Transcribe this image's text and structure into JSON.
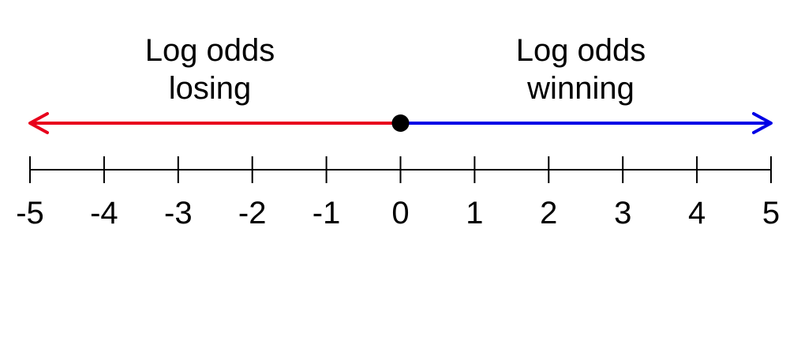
{
  "labels": {
    "left": {
      "line1": "Log odds",
      "line2": "losing"
    },
    "right": {
      "line1": "Log odds",
      "line2": "winning"
    }
  },
  "axis": {
    "min": -5,
    "max": 5,
    "ticks": [
      "-5",
      "-4",
      "-3",
      "-2",
      "-1",
      "0",
      "1",
      "2",
      "3",
      "4",
      "5"
    ]
  },
  "arrows": {
    "left": {
      "from": 0,
      "to": -5,
      "color": "#e8001c"
    },
    "right": {
      "from": 0,
      "to": 5,
      "color": "#0000e6"
    }
  },
  "origin_point": {
    "value": 0,
    "color": "#000000"
  }
}
